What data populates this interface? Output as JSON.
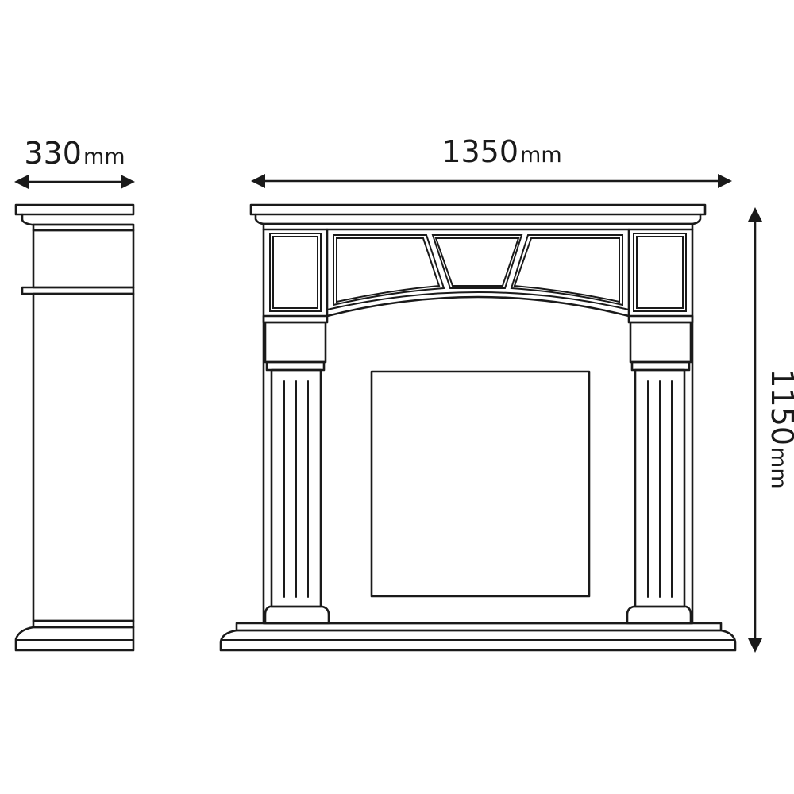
{
  "dimensions": {
    "depth": {
      "value": "330",
      "unit": "mm"
    },
    "width": {
      "value": "1350",
      "unit": "mm"
    },
    "height": {
      "value": "1150",
      "unit": "mm"
    }
  },
  "colors": {
    "line": "#1a1a1a",
    "background": "#ffffff"
  }
}
